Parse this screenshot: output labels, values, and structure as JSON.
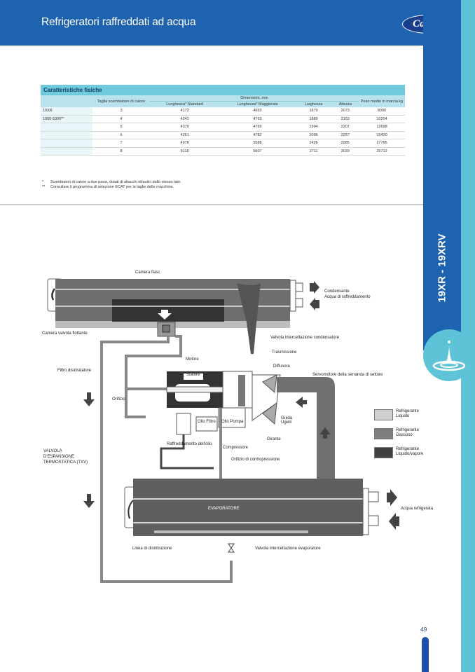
{
  "header": {
    "title": "Refrigeratori raffreddati ad acqua",
    "logo_text": "Carrier"
  },
  "side_tab": {
    "label": "19XR - 19XRV",
    "icon": "water-drop-icon"
  },
  "table": {
    "title": "Caratteristiche fisiche",
    "headers": {
      "size_col": "Taglia scambiatore di calore",
      "dimensions_group": "Dimensioni, mm",
      "length_standard": "Lunghezza* Standard",
      "length_extended": "Lunghezza* Maggiorata",
      "width": "Larghezza",
      "height": "Altezza",
      "weight": "Peso medio in marcia kg"
    },
    "rows": [
      {
        "model": "19XR",
        "size": "3",
        "len_std": "4172",
        "len_ext": "4693",
        "width": "1670",
        "height": "2073",
        "weight": "8000"
      },
      {
        "model": "1000-5300**",
        "size": "4",
        "len_std": "4242",
        "len_ext": "4763",
        "width": "1880",
        "height": "2153",
        "weight": "10204"
      },
      {
        "model": "",
        "size": "5",
        "len_std": "4370",
        "len_ext": "4769",
        "width": "1994",
        "height": "2207",
        "weight": "12698"
      },
      {
        "model": "",
        "size": "6",
        "len_std": "4261",
        "len_ext": "4782",
        "width": "2096",
        "height": "2257",
        "weight": "15420"
      },
      {
        "model": "",
        "size": "7",
        "len_std": "4978",
        "len_ext": "5588",
        "width": "2426",
        "height": "2985",
        "weight": "17765"
      },
      {
        "model": "",
        "size": "8",
        "len_std": "5118",
        "len_ext": "5607",
        "width": "2711",
        "height": "3029",
        "weight": "25712"
      }
    ],
    "footnotes": [
      {
        "mark": "*",
        "text": "Scambiatori di calore a due passi, dotati di attacchi idraulici dallo stesso lato."
      },
      {
        "mark": "**",
        "text": "Consultare il programma di selezione ECAT per le taglie delle macchine."
      }
    ]
  },
  "diagram": {
    "labels": {
      "camera_flasc": "Camera flasc",
      "condensante": "Condensante",
      "acqua_raffreddamento": "Acqua di raffreddamento",
      "camera_valvola": "Camera valvola flottante",
      "valvola_condensatore": "Valvola intercettazione condensatore",
      "trasmissione": "Trasmissione",
      "motore": "Motore",
      "diffusore": "Diffusore",
      "filtro": "Filtro disidratatore",
      "statore": "Statore",
      "servomotore": "Servomotore della serranda di settore",
      "orifizio": "Orifizio",
      "olio_filtro": "Olio Filtro",
      "olio_pompa": "Olio Pompa",
      "guida_ugelli": "Guida Ugelli",
      "girante": "Girante",
      "raffreddamento_olio": "Raffreddamento dell'olio",
      "compressore": "Compressore",
      "orifizio_contropressione": "Orifizio di contropressione",
      "txv_1": "VALVOLA",
      "txv_2": "D'ESPANSIONE",
      "txv_3": "TERMOSTATICA (TXV)",
      "evaporatore": "EVAPORATORE",
      "acqua_refrigerata": "Acqua refrigerata",
      "linea_distribuzione": "Linea di distribuzione",
      "valvola_evaporatore": "Valvola intercettazione evaporatore"
    },
    "legend": [
      {
        "label": "Refrigerante Liquido",
        "color": "#cfcfcf"
      },
      {
        "label": "Refrigerante Gassoso",
        "color": "#7d7d7d"
      },
      {
        "label": "Refrigerante Liquido/vapore",
        "color": "#3f3f3f"
      }
    ]
  },
  "page": {
    "number": "49"
  },
  "colors": {
    "brand_blue": "#1d63b0",
    "accent_cyan": "#5ec3d6",
    "table_header": "#6fcadb"
  }
}
